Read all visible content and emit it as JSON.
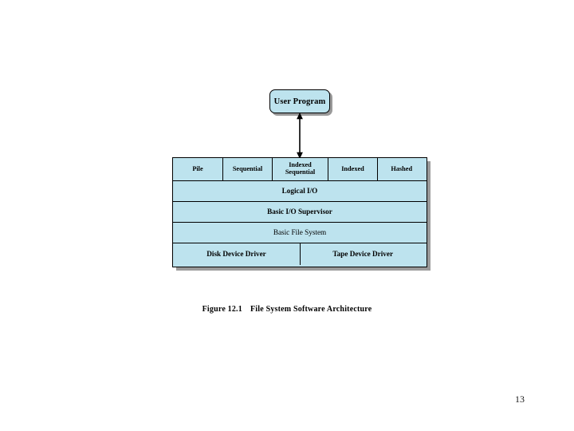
{
  "page": {
    "number": "13",
    "background_color": "#ffffff"
  },
  "diagram": {
    "title_box": {
      "label": "User Program",
      "fill_color": "#bde3ee",
      "border_color": "#000000"
    },
    "connector": {
      "name": "double-headed-vertical-arrow",
      "color": "#000000"
    },
    "stack": {
      "fill_color": "#bde3ee",
      "border_color": "#000000",
      "shadow_color": "#9b9b9b",
      "access_methods_row": [
        {
          "label": "Pile"
        },
        {
          "label": "Sequential"
        },
        {
          "label": "Indexed Sequential"
        },
        {
          "label": "Indexed"
        },
        {
          "label": "Hashed"
        }
      ],
      "layers": [
        {
          "label": "Logical I/O"
        },
        {
          "label": "Basic I/O Supervisor"
        },
        {
          "label": "Basic File System"
        }
      ],
      "drivers_row": [
        {
          "label": "Disk Device Driver"
        },
        {
          "label": "Tape Device Driver"
        }
      ]
    }
  },
  "caption": {
    "figure_number": "Figure 12.1",
    "title": "File System Software Architecture"
  }
}
